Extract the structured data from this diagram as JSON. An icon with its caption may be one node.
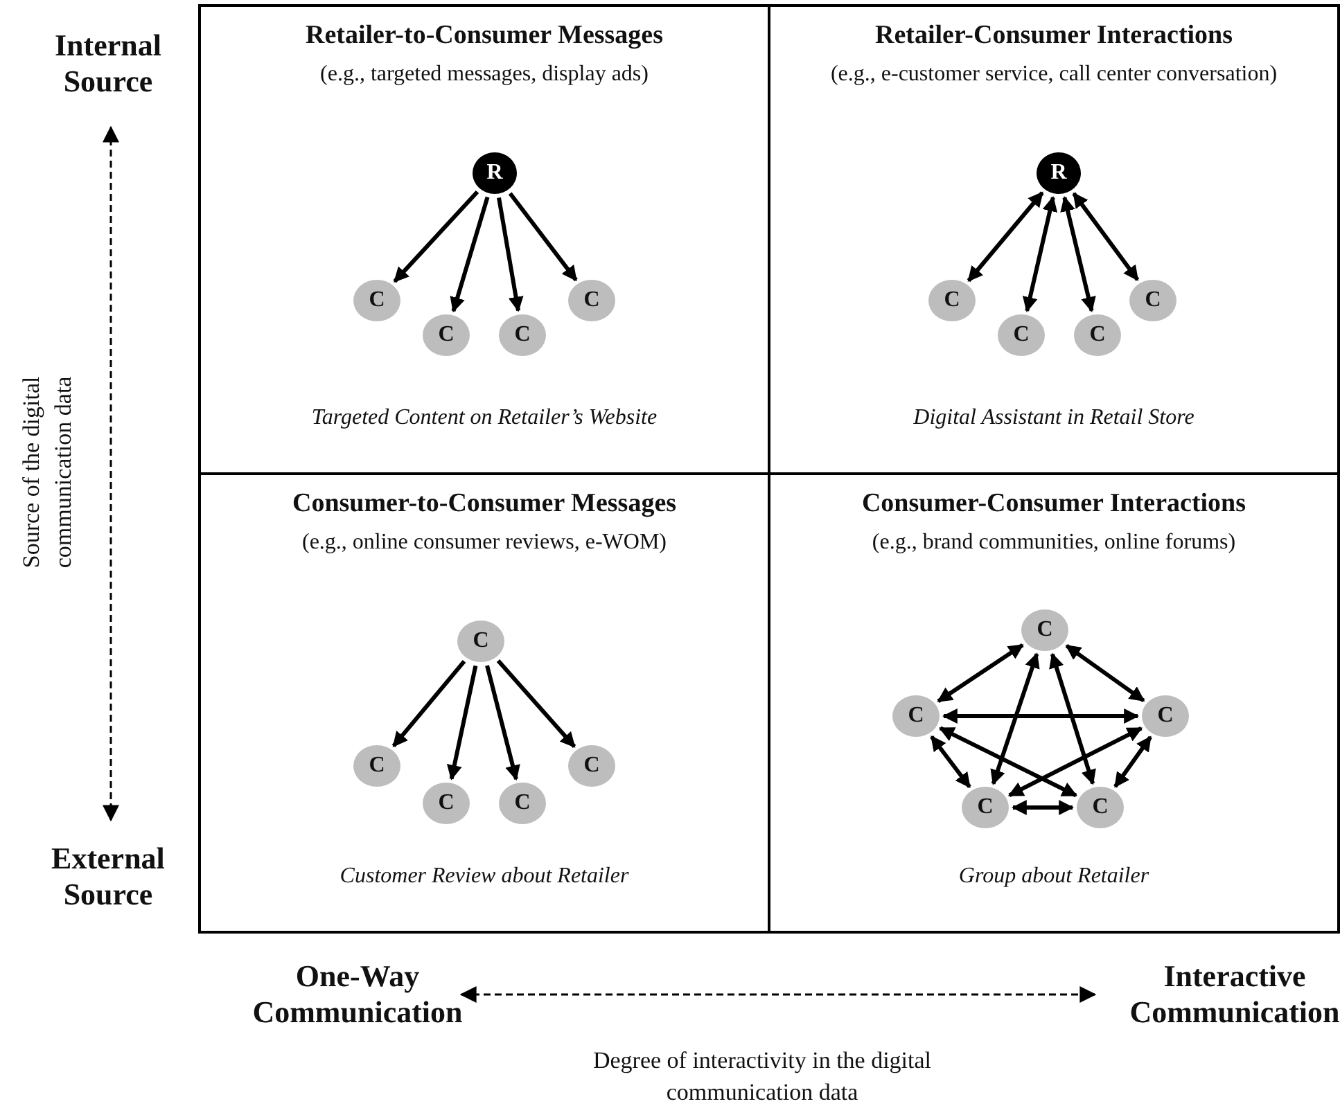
{
  "diagram": {
    "nodes": [
      {
        "text": [
          "Retailer-to-Consumer Messages",
          "(e.g., targeted messages, display ads)",
          "Targeted Content on Retailer’s Website"
        ]
      },
      {
        "text": [
          "R"
        ],
        "in": 0
      },
      {
        "text": [
          "C"
        ],
        "in": 0
      },
      {
        "text": [
          "C"
        ],
        "in": 0
      },
      {
        "text": [
          "C"
        ],
        "in": 0
      },
      {
        "text": [
          "C"
        ],
        "in": 0
      },
      {
        "text": [
          "Retailer-Consumer Interactions",
          "(e.g., e-customer service, call center conversation)",
          "Digital Assistant in Retail Store"
        ]
      },
      {
        "text": [
          "R"
        ],
        "in": 6
      },
      {
        "text": [
          "C"
        ],
        "in": 6
      },
      {
        "text": [
          "C"
        ],
        "in": 6
      },
      {
        "text": [
          "C"
        ],
        "in": 6
      },
      {
        "text": [
          "C"
        ],
        "in": 6
      },
      {
        "text": [
          "Consumer-to-Consumer Messages",
          "(e.g., online consumer reviews, e-WOM)",
          "Customer Review about Retailer"
        ]
      },
      {
        "text": [
          "C"
        ],
        "in": 12
      },
      {
        "text": [
          "C"
        ],
        "in": 12
      },
      {
        "text": [
          "C"
        ],
        "in": 12
      },
      {
        "text": [
          "C"
        ],
        "in": 12
      },
      {
        "text": [
          "C"
        ],
        "in": 12
      },
      {
        "text": [
          "Consumer-Consumer Interactions",
          "(e.g., brand communities, online forums)",
          "Group about Retailer"
        ]
      },
      {
        "text": [
          "C"
        ],
        "in": 18
      },
      {
        "text": [
          "C"
        ],
        "in": 18
      },
      {
        "text": [
          "C"
        ],
        "in": 18
      },
      {
        "text": [
          "C"
        ],
        "in": 18
      },
      {
        "text": [
          "C"
        ],
        "in": 18
      }
    ],
    "edges": [
      {
        "from": 1,
        "to": 2,
        "arrow": "to"
      },
      {
        "from": 1,
        "to": 3,
        "arrow": "to"
      },
      {
        "from": 1,
        "to": 4,
        "arrow": "to"
      },
      {
        "from": 1,
        "to": 5,
        "arrow": "to"
      },
      {
        "from": 7,
        "to": 8,
        "arrow": "both"
      },
      {
        "from": 7,
        "to": 9,
        "arrow": "both"
      },
      {
        "from": 7,
        "to": 10,
        "arrow": "both"
      },
      {
        "from": 7,
        "to": 11,
        "arrow": "both"
      },
      {
        "from": 13,
        "to": 14,
        "arrow": "to"
      },
      {
        "from": 13,
        "to": 15,
        "arrow": "to"
      },
      {
        "from": 13,
        "to": 16,
        "arrow": "to"
      },
      {
        "from": 13,
        "to": 17,
        "arrow": "to"
      },
      {
        "from": 19,
        "to": 20,
        "arrow": "both"
      },
      {
        "from": 19,
        "to": 21,
        "arrow": "both"
      },
      {
        "from": 20,
        "to": 21,
        "arrow": "both"
      },
      {
        "from": 20,
        "to": 22,
        "arrow": "both"
      },
      {
        "from": 21,
        "to": 23,
        "arrow": "both"
      },
      {
        "from": 22,
        "to": 23,
        "arrow": "both"
      },
      {
        "from": 19,
        "to": 22,
        "arrow": "both"
      },
      {
        "from": 19,
        "to": 23,
        "arrow": "both"
      },
      {
        "from": 20,
        "to": 23,
        "arrow": "both"
      },
      {
        "from": 21,
        "to": 22,
        "arrow": "both"
      }
    ],
    "labels": [
      "Internal Source",
      "Source of the digital communication data",
      "External Source",
      "One-Way Communication",
      "Interactive Communication",
      "Degree of interactivity in the digital communication data"
    ]
  }
}
